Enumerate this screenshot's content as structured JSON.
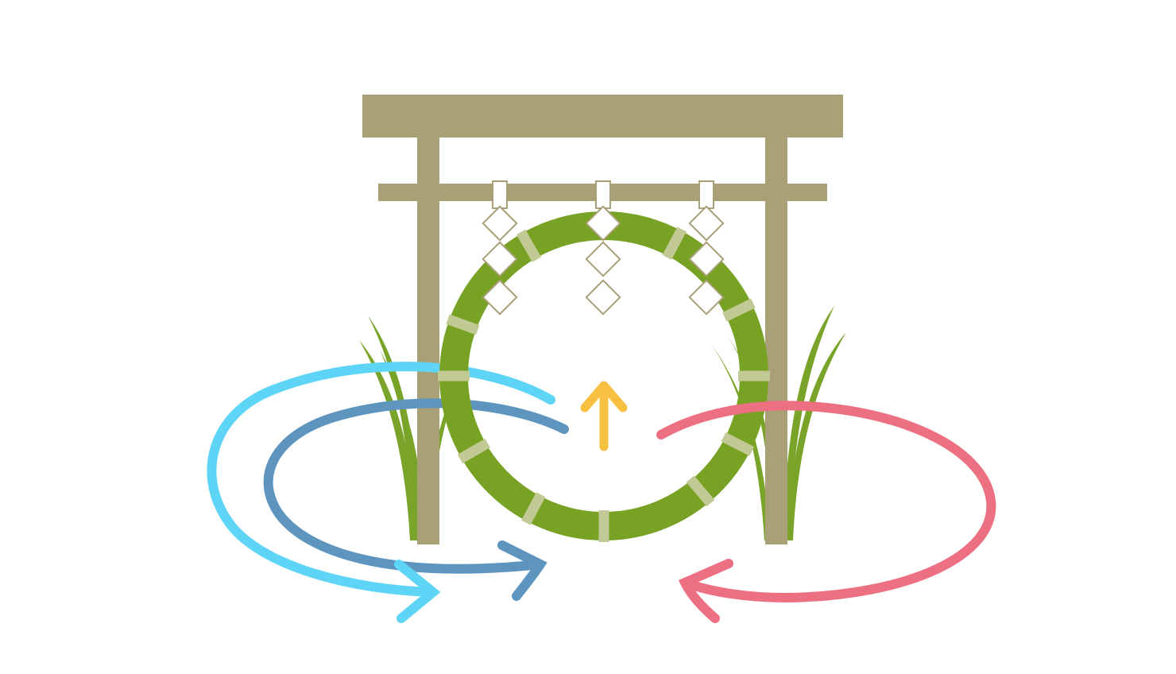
{
  "colors": {
    "background": "#ffffff",
    "torii": "#a9a077",
    "wreath": "#77a224",
    "wreath_band": "#c2c994",
    "grass": "#79a329",
    "shide_stroke": "#a9a077",
    "shide_fill": "#ffffff",
    "loop_first_left": "#5ed5f7",
    "loop_right": "#ec7082",
    "loop_second_left": "#5d95bf",
    "center_arrow": "#f8c040"
  },
  "icons": {
    "gate": "torii-gate-icon",
    "wreath": "chinowa-grass-ring-icon",
    "paper_streamer": "shide-paper-icon",
    "grass": "grass-blades-icon",
    "forward_arrow": "arrow-up-icon",
    "loop_arrow": "circular-loop-arrow-icon"
  },
  "diagram": {
    "step_count": 4,
    "sequence": [
      "loop_first_left",
      "loop_right",
      "loop_second_left",
      "center_arrow"
    ]
  }
}
